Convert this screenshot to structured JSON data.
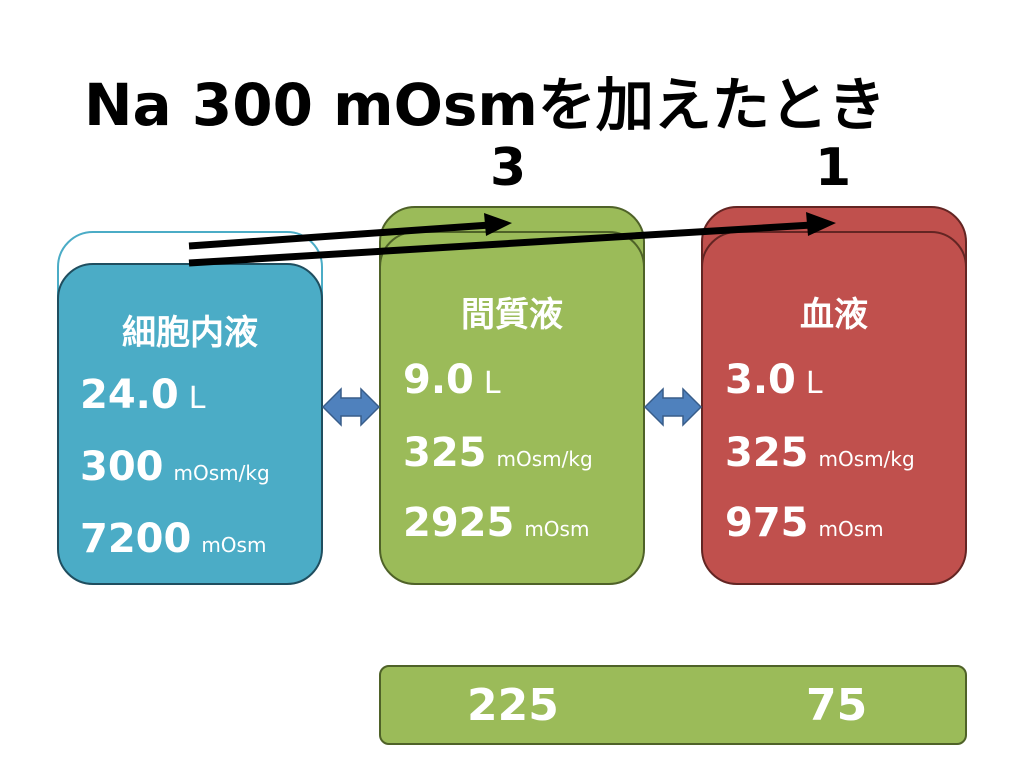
{
  "title": "Na 300 mOsmを加えたとき",
  "ratio_labels": {
    "interstitial": "3",
    "blood": "1"
  },
  "compartments": [
    {
      "name": "細胞内液",
      "volume": "24.0",
      "volume_unit": "L",
      "osmolality": "300",
      "osmolality_unit": "mOsm/kg",
      "total": "7200",
      "total_unit": "mOsm"
    },
    {
      "name": "間質液",
      "volume": "9.0",
      "volume_unit": "L",
      "osmolality": "325",
      "osmolality_unit": "mOsm/kg",
      "total": "2925",
      "total_unit": "mOsm"
    },
    {
      "name": "血液",
      "volume": "3.0",
      "volume_unit": "L",
      "osmolality": "325",
      "osmolality_unit": "mOsm/kg",
      "total": "975",
      "total_unit": "mOsm"
    }
  ],
  "distribution": {
    "interstitial": "225",
    "blood": "75"
  },
  "colors": {
    "cell": "#4bacc6",
    "interstitial": "#9bbb59",
    "blood": "#c0504d",
    "exchange_arrow": "#4f81bd"
  }
}
